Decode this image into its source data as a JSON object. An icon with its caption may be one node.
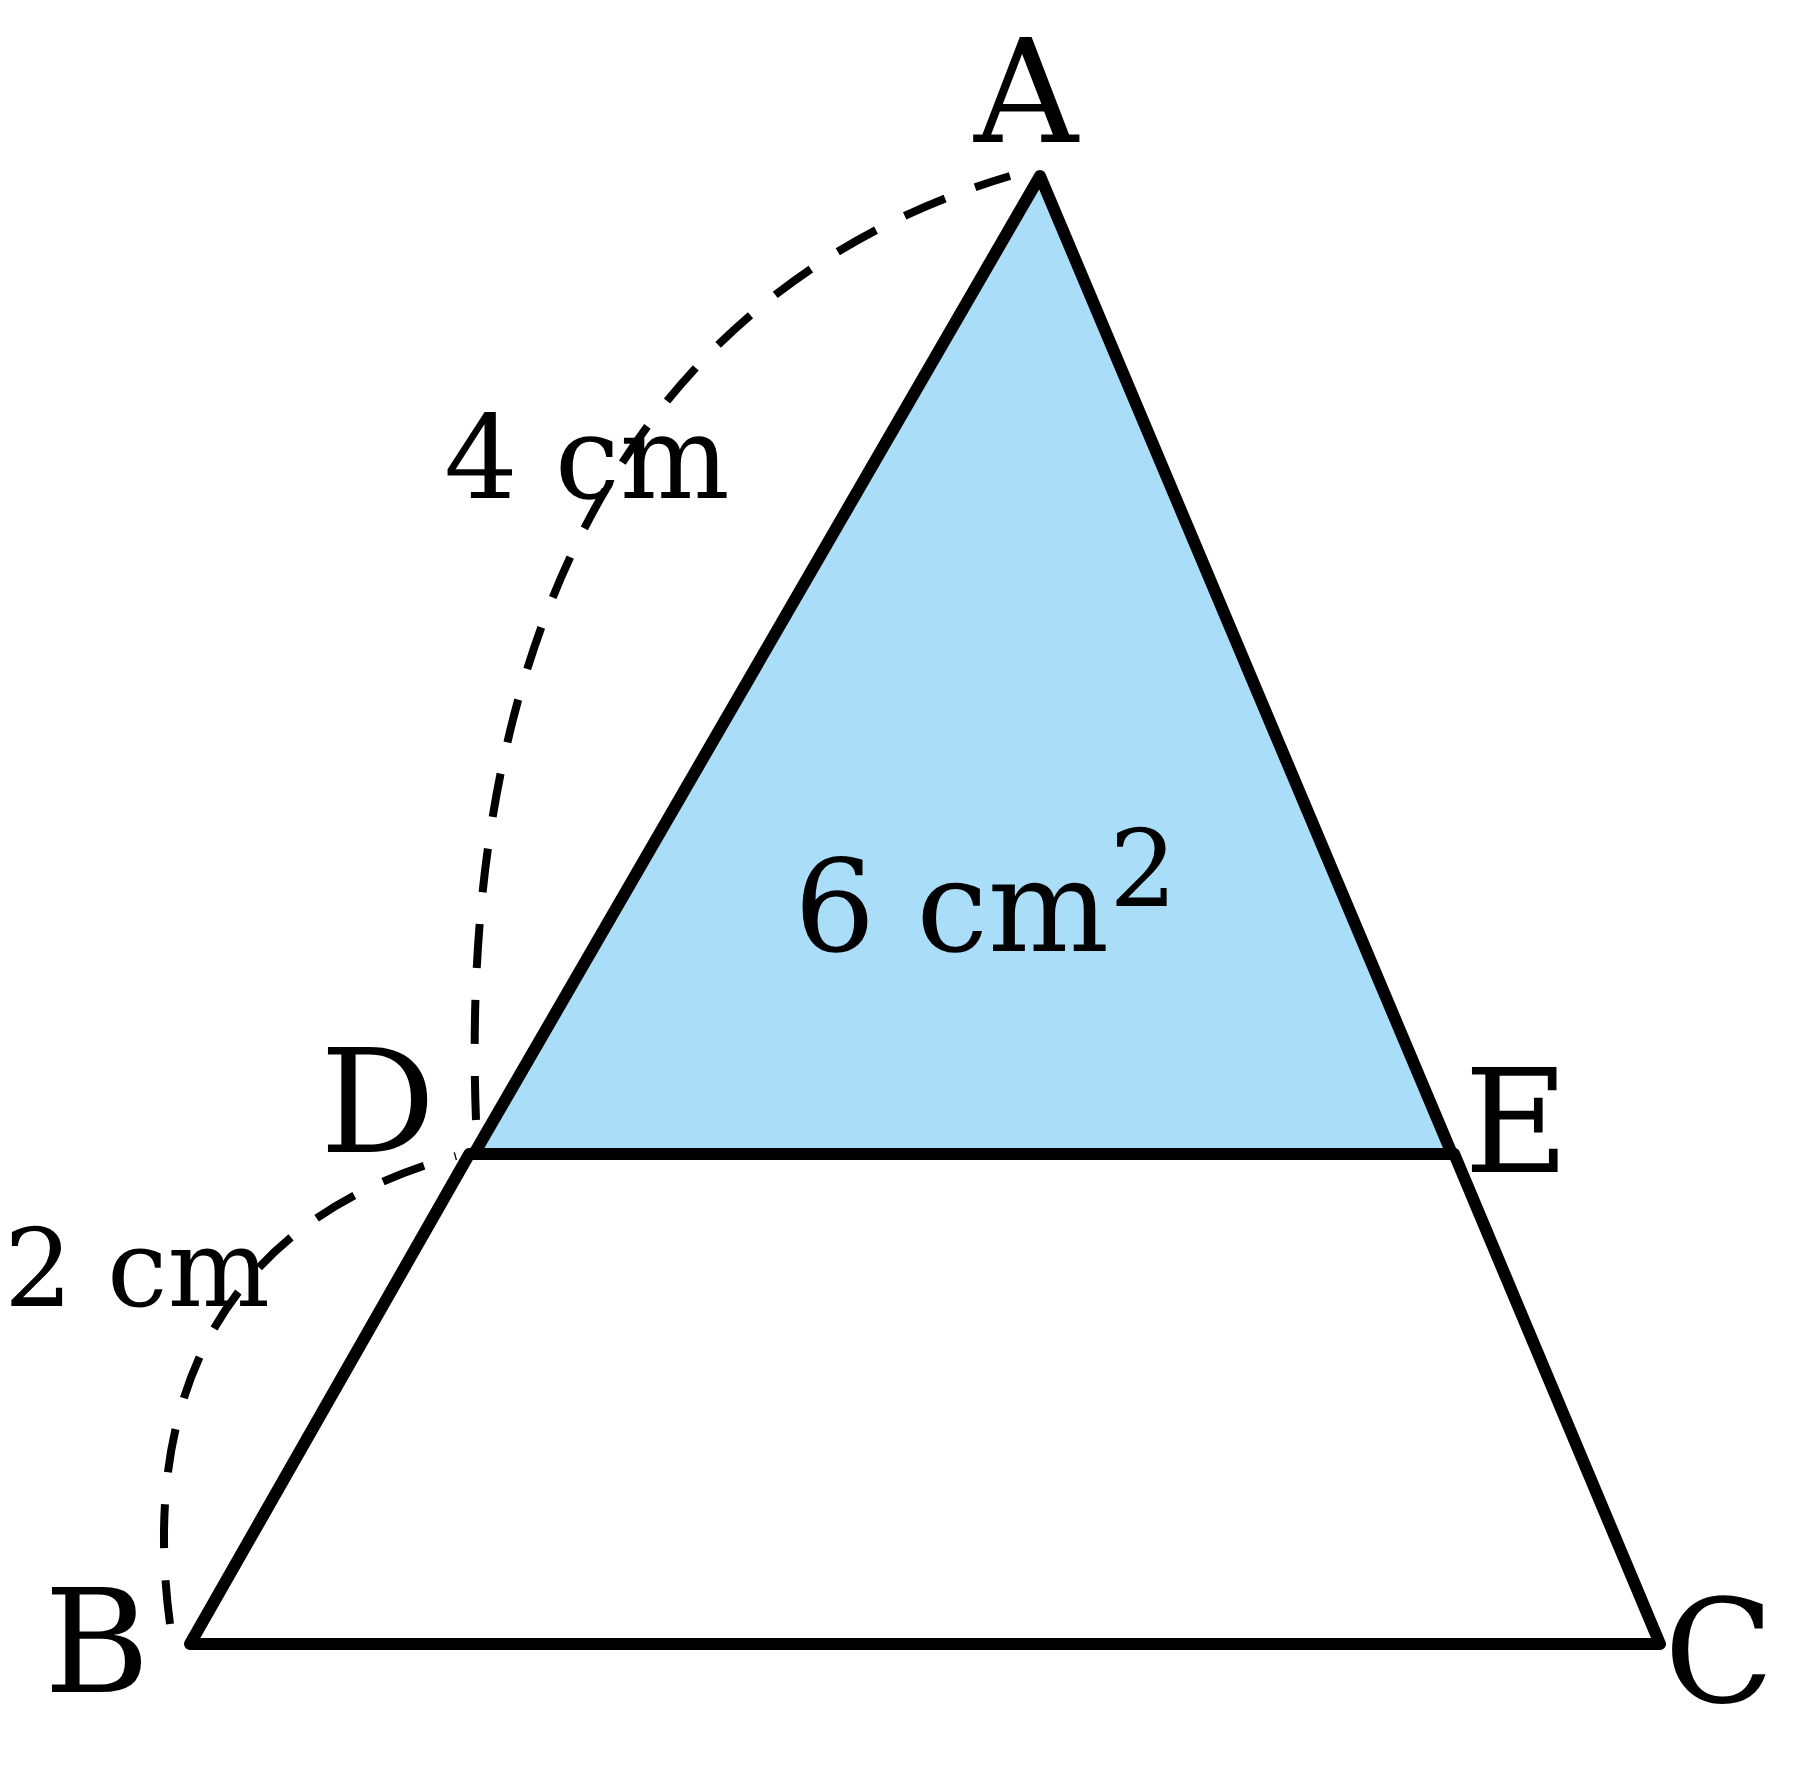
{
  "diagram": {
    "nodes": [
      {
        "text": [
          "6 cm$^{2}$"
        ]
      },
      {
        "text": [],
        "shape": "trapezoid"
      }
    ],
    "labels": [
      "A",
      "4 cm",
      "D",
      "E",
      "2 cm",
      "B",
      "C"
    ]
  }
}
